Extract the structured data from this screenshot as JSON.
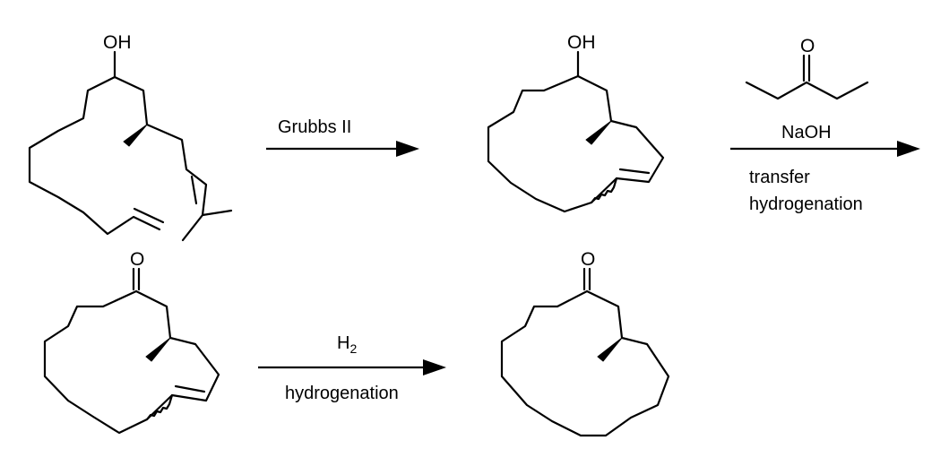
{
  "atoms": {
    "oh_1": "OH",
    "oh_2": "OH",
    "ketone_top": "O",
    "ketone_3": "O",
    "ketone_4": "O"
  },
  "reagents": {
    "step1": "Grubbs II",
    "step2_reagent": "NaOH",
    "step2_desc_line1": "transfer",
    "step2_desc_line2": "hydrogenation",
    "step3_reagent_main": "H",
    "step3_reagent_sub": "2",
    "step3_desc": "hydrogenation"
  }
}
